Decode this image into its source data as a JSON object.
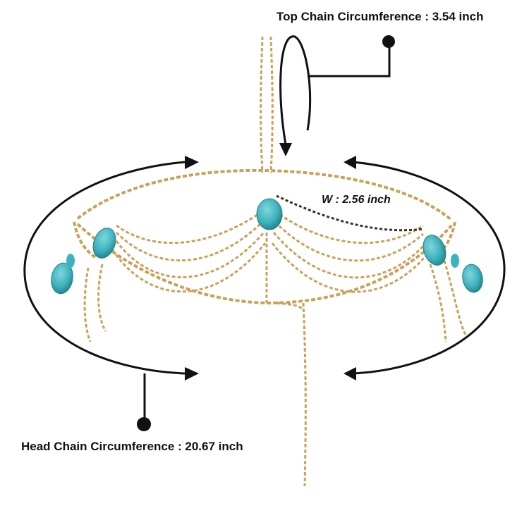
{
  "annotations": {
    "top_chain": "Top Chain Circumference :  3.54 inch",
    "head_chain": "Head Chain Circumference : 20.67 inch",
    "width": "W :  2.56 inch"
  },
  "colors": {
    "chain_gold": "#c9a25a",
    "chain_dark": "#8a6a2e",
    "turquoise": "#3fb3bd",
    "turquoise_dark": "#1f7f88",
    "ink": "#111111",
    "background": "#ffffff"
  }
}
